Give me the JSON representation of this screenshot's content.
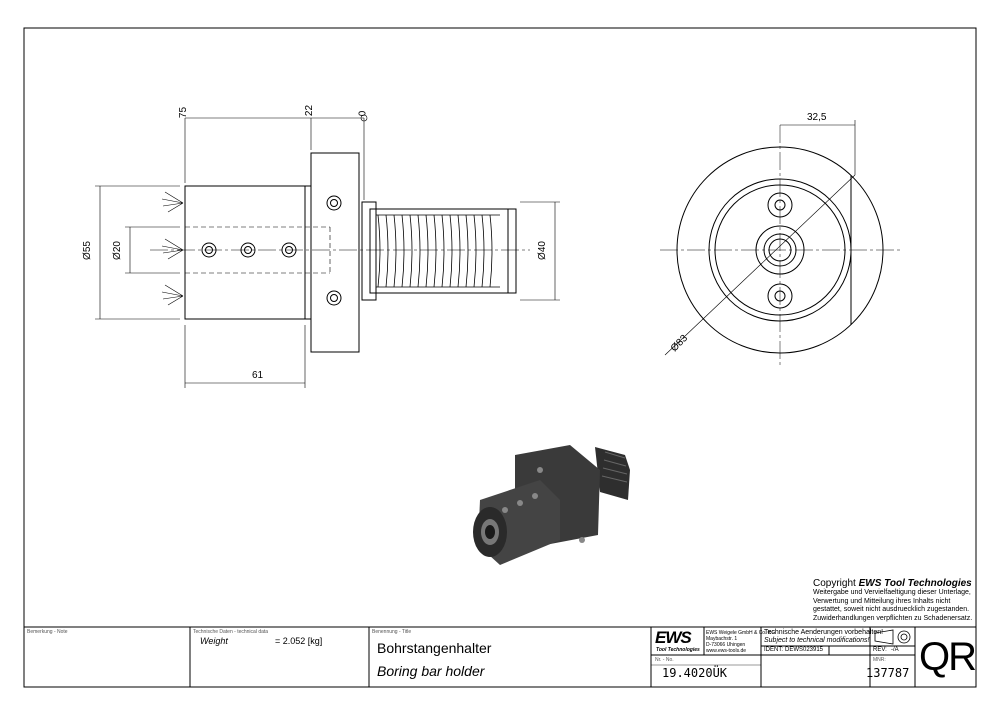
{
  "dimensions": {
    "d75": "75",
    "d22": "22",
    "d0": "0",
    "d55": "Ø55",
    "d20": "Ø20",
    "d40": "Ø40",
    "d61": "61",
    "d32_5": "32,5",
    "d83": "Ø83"
  },
  "copyright": {
    "prefix": "Copyright",
    "company": "EWS Tool Technologies",
    "lines": [
      "Weitergabe und Vervielfaeltigung dieser Unterlage,",
      "Verwertung und Mitteilung ihres Inhalts nicht",
      "gestattet, soweit nicht ausdruecklich zugestanden.",
      "Zuwiderhandlungen verpflichten zu Schadenersatz."
    ]
  },
  "title_block": {
    "remark_label": "Bemerkung - Note",
    "techdata_label": "Technische Daten - technical data",
    "weight_label": "Weight",
    "weight_value": "= 2.052 [kg]",
    "title_label": "Benennung - Title",
    "title_de": "Bohrstangenhalter",
    "title_en": "Boring bar holder",
    "logo_text": "EWS",
    "logo_sub": "Tool Technologies",
    "company_lines": [
      "EWS Weigele GmbH & Co. KG",
      "Maybachstr. 1",
      "D-73066 Uhingen",
      "www.ews-tools.de"
    ],
    "changes_de": "Technische Aenderungen vorbehalten!",
    "changes_en": "Subject to technical modifications!",
    "ident_label": "IDENT:",
    "ident_value": "DEWS023915",
    "rev_label": "REV:",
    "rev_value": "-/A",
    "nr_label": "Nr. - No.",
    "nr_value": "19.4020ÜK",
    "mnr_label": "MNR:",
    "mnr_value": "137787",
    "qr": "QR"
  }
}
